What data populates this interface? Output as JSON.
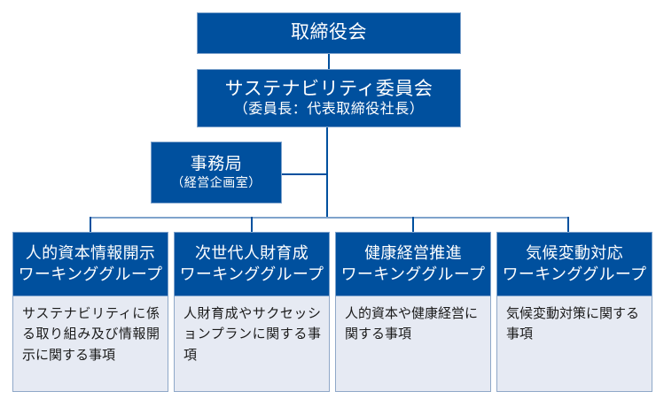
{
  "diagram": {
    "type": "organization-chart",
    "colors": {
      "node_fill": "#00509E",
      "node_border": "#7FA3CC",
      "panel_fill": "#E6EAF3",
      "panel_border": "#8FA8C8",
      "connector": "#00509E",
      "bus": "#7FA3CC",
      "node_text": "#FFFFFF",
      "panel_text": "#1A1A1A"
    },
    "board": {
      "title": "取締役会"
    },
    "committee": {
      "title": "サステナビリティ委員会",
      "subtitle": "（委員長：代表取締役社長）"
    },
    "secretariat": {
      "title": "事務局",
      "subtitle": "（経営企画室）"
    },
    "working_groups": [
      {
        "line1": "人的資本情報開示",
        "line2": "ワーキンググループ",
        "description": "サステナビリティに係る取り組み及び情報開示に関する事項"
      },
      {
        "line1": "次世代人財育成",
        "line2": "ワーキンググループ",
        "description": "人財育成やサクセッションプランに関する事項"
      },
      {
        "line1": "健康経営推進",
        "line2": "ワーキンググループ",
        "description": "人的資本や健康経営に関する事項"
      },
      {
        "line1": "気候変動対応",
        "line2": "ワーキンググループ",
        "description": "気候変動対策に関する事項"
      }
    ]
  }
}
